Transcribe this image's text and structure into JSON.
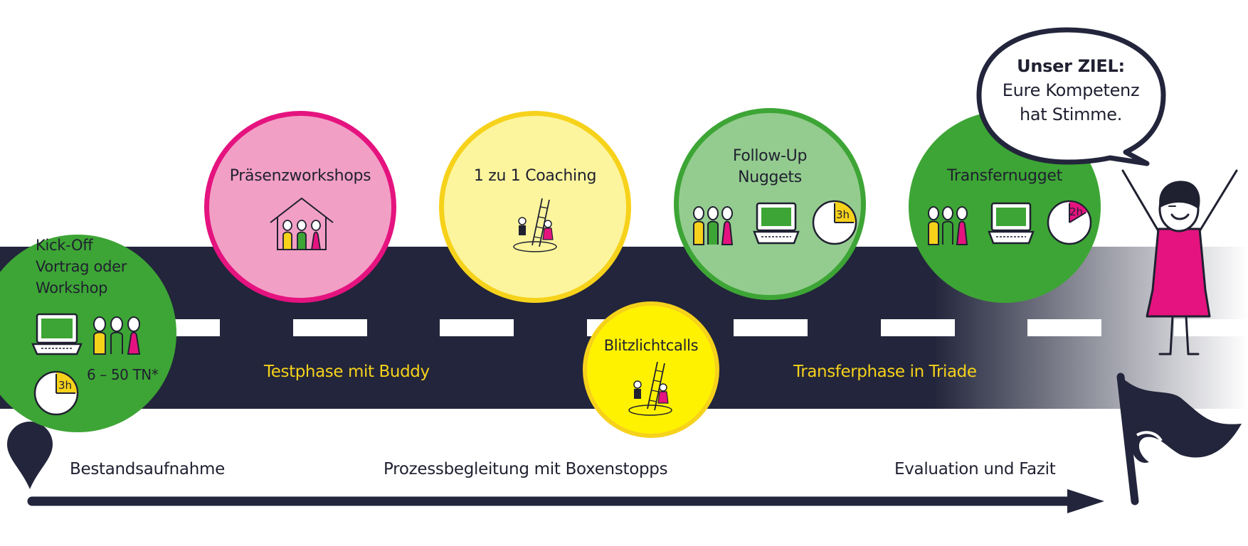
{
  "colors": {
    "road": "#22253b",
    "pink": "#e5137f",
    "pink_light": "#f29fc5",
    "yellow": "#f6d21b",
    "yellow_light": "#fcf59d",
    "yellow_bright": "#fff200",
    "green": "#3da535",
    "green_light": "#94cc8f",
    "label_yellow": "#f6d21b",
    "text_dark": "#1f2030"
  },
  "stations": {
    "kickoff": {
      "line1": "Kick-Off",
      "line2": "Vortrag oder",
      "line3": "Workshop",
      "participants": "6 – 50 TN*",
      "duration": "3h"
    },
    "praesenz": {
      "title": "Präsenzworkshops"
    },
    "coaching": {
      "title": "1 zu 1 Coaching"
    },
    "followup": {
      "line1": "Follow-Up",
      "line2": "Nuggets",
      "duration": "3h"
    },
    "transfer": {
      "title": "Transfernugget",
      "duration": "2h"
    },
    "blitz": {
      "title": "Blitzlichtcalls"
    }
  },
  "phases": {
    "test": "Testphase mit Buddy",
    "transfer": "Transferphase in Triade"
  },
  "timeline": {
    "start": "Bestandsaufnahme",
    "middle": "Prozessbegleitung mit Boxenstopps",
    "end": "Evaluation und Fazit"
  },
  "goal": {
    "line1": "Unser ZIEL:",
    "line2": "Eure Kompetenz",
    "line3": "hat Stimme."
  }
}
